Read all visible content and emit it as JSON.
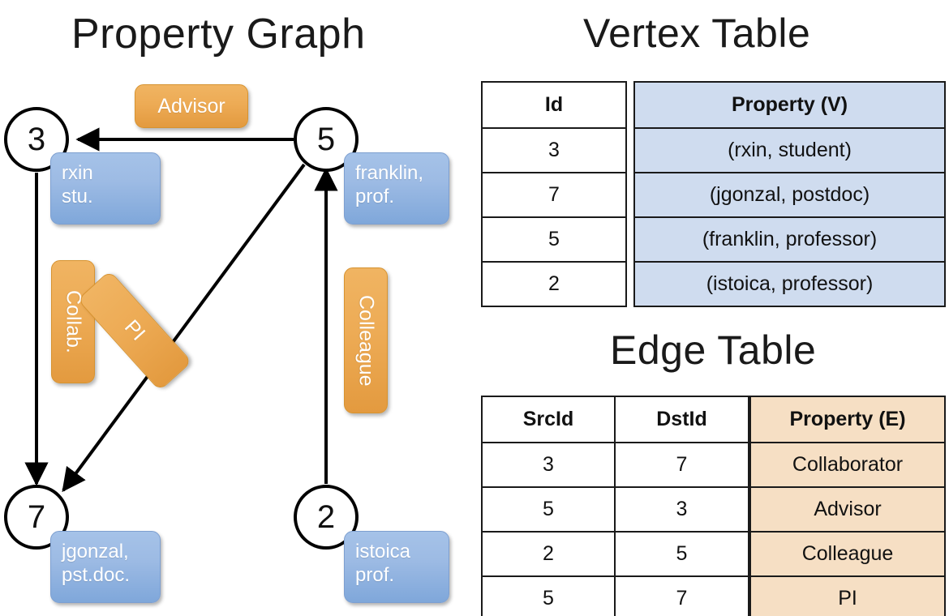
{
  "titles": {
    "property_graph": "Property Graph",
    "vertex_table": "Vertex Table",
    "edge_table": "Edge Table"
  },
  "graph": {
    "nodes": [
      {
        "id": "3",
        "label": "3",
        "property_line1": "rxin",
        "property_line2": "stu."
      },
      {
        "id": "5",
        "label": "5",
        "property_line1": "franklin,",
        "property_line2": "prof."
      },
      {
        "id": "7",
        "label": "7",
        "property_line1": "jgonzal,",
        "property_line2": "pst.doc."
      },
      {
        "id": "2",
        "label": "2",
        "property_line1": "istoica",
        "property_line2": "prof."
      }
    ],
    "edge_labels": {
      "advisor": "Advisor",
      "collab": "Collab.",
      "pi": "PI",
      "colleague": "Colleague"
    },
    "edges": [
      {
        "src": "5",
        "dst": "3",
        "label": "Advisor"
      },
      {
        "src": "3",
        "dst": "7",
        "label": "Collab."
      },
      {
        "src": "5",
        "dst": "7",
        "label": "PI"
      },
      {
        "src": "2",
        "dst": "5",
        "label": "Colleague"
      }
    ]
  },
  "vertex_table": {
    "columns": [
      "Id",
      "Property (V)"
    ],
    "rows": [
      {
        "id": "3",
        "property": "(rxin, student)"
      },
      {
        "id": "7",
        "property": "(jgonzal, postdoc)"
      },
      {
        "id": "5",
        "property": "(franklin, professor)"
      },
      {
        "id": "2",
        "property": "(istoica, professor)"
      }
    ]
  },
  "edge_table": {
    "columns": [
      "SrcId",
      "DstId",
      "Property (E)"
    ],
    "rows": [
      {
        "src": "3",
        "dst": "7",
        "property": "Collaborator"
      },
      {
        "src": "5",
        "dst": "3",
        "property": "Advisor"
      },
      {
        "src": "2",
        "dst": "5",
        "property": "Colleague"
      },
      {
        "src": "5",
        "dst": "7",
        "property": "PI"
      }
    ]
  },
  "colors": {
    "vertex_box": "#9dbbe4",
    "edge_box": "#edab55",
    "vertex_table_fill": "#cfdcef",
    "edge_table_fill": "#f6dfc4",
    "stroke": "#000000"
  }
}
